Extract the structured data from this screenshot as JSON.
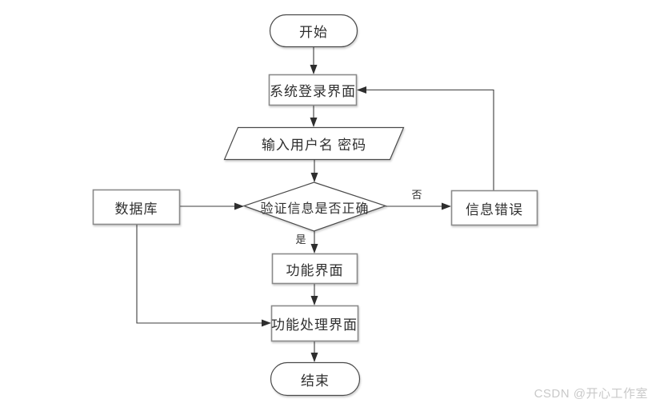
{
  "nodes": {
    "start": {
      "label": "开始",
      "type": "terminator"
    },
    "login": {
      "label": "系统登录界面",
      "type": "process"
    },
    "input": {
      "label": "输入用户名 密码",
      "type": "input-output"
    },
    "verify": {
      "label": "验证信息是否正确",
      "type": "decision"
    },
    "database": {
      "label": "数据库",
      "type": "process"
    },
    "error": {
      "label": "信息错误",
      "type": "process"
    },
    "function": {
      "label": "功能界面",
      "type": "process"
    },
    "process": {
      "label": "功能处理界面",
      "type": "process"
    },
    "end": {
      "label": "结束",
      "type": "terminator"
    }
  },
  "edge_labels": {
    "yes": "是",
    "no": "否"
  },
  "edges": [
    {
      "from": "start",
      "to": "login",
      "label": ""
    },
    {
      "from": "login",
      "to": "input",
      "label": ""
    },
    {
      "from": "input",
      "to": "verify",
      "label": ""
    },
    {
      "from": "verify",
      "to": "function",
      "label": "是"
    },
    {
      "from": "verify",
      "to": "error",
      "label": "否"
    },
    {
      "from": "database",
      "to": "verify",
      "label": ""
    },
    {
      "from": "database",
      "to": "process",
      "label": ""
    },
    {
      "from": "function",
      "to": "process",
      "label": ""
    },
    {
      "from": "error",
      "to": "login",
      "label": ""
    },
    {
      "from": "process",
      "to": "end",
      "label": ""
    }
  ],
  "colors": {
    "shape_fill": "#ffffff",
    "rect_stroke": "#8a8a8a",
    "thin_stroke": "#4a4a4a",
    "line": "#3d3d3d",
    "text": "#2f2f2f",
    "watermark": "#c9c9c9"
  },
  "watermark": {
    "text": "CSDN @开心工作室"
  }
}
